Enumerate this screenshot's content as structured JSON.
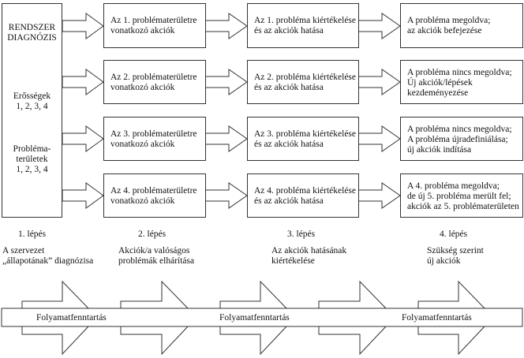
{
  "left_panel": {
    "title": "RENDSZER\nDIAGNÓZIS",
    "strengths": "Erősségek\n1, 2, 3, 4",
    "problem_areas": "Probléma-\nterületek\n1, 2, 3, 4"
  },
  "rows": [
    {
      "actions": "Az 1. problématerületre\nvonatkozó akciók",
      "evaluation": "Az 1. probléma kiértékelése\nés az akciók hatása",
      "outcome": "A probléma megoldva;\naz akciók befejezése"
    },
    {
      "actions": "Az 2. problématerületre\nvonatkozó akciók",
      "evaluation": "Az 2. probléma kiértékelése\nés az akciók hatása",
      "outcome": "A probléma nincs megoldva;\nÚj akciók/lépések\nkezdeményezése"
    },
    {
      "actions": "Az 3. problématerületre\nvonatkozó akciók",
      "evaluation": "Az 3. probléma kiértékelése\nés az akciók hatása",
      "outcome": "A probléma nincs megoldva;\nA probléma újradefiniálása;\núj akciók indítása"
    },
    {
      "actions": "Az 4. problématerületre\nvonatkozó akciók",
      "evaluation": "Az 4. probléma kiértékelése\nés az akciók hatása",
      "outcome": "A 4. probléma megoldva;\nde új 5. probléma merült fel;\nakciók az 5. problématerületen"
    }
  ],
  "steps": [
    {
      "label": "1. lépés",
      "description": "A szervezet\n„állapotának” diagnózisa"
    },
    {
      "label": "2. lépés",
      "description": "Akciók/a valóságos\nproblémák elhárítása"
    },
    {
      "label": "3. lépés",
      "description": "Az akciók hatásának\nkiértékelése"
    },
    {
      "label": "4. lépés",
      "description": "Szükség szerint\núj akciók"
    }
  ],
  "process_band": {
    "labels": [
      "Folyamatfenntartás",
      "Folyamatfenntartás",
      "Folyamatfenntartás"
    ]
  }
}
